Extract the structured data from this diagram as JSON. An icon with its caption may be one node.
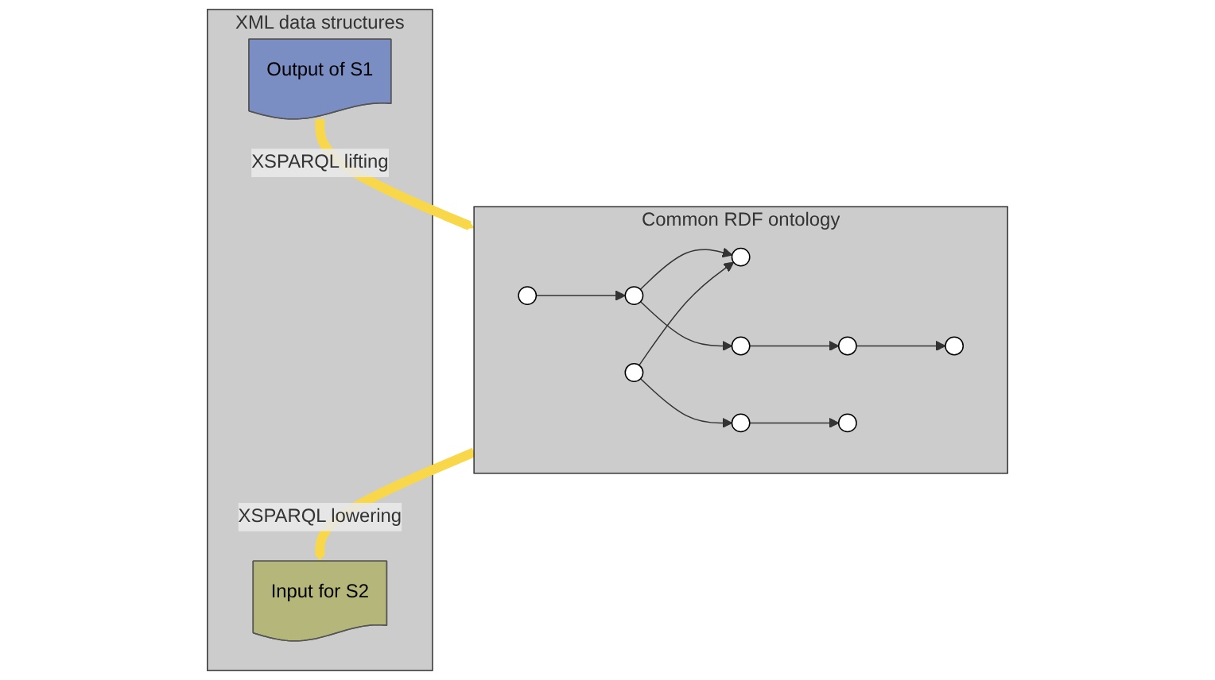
{
  "diagram": {
    "nodes": [
      {
        "text": [
          "Common RDF ontology"
        ]
      },
      {
        "text": [],
        "shape": "circle",
        "in": 0
      },
      {
        "text": [],
        "shape": "circle",
        "in": 0
      },
      {
        "text": [],
        "shape": "circle",
        "in": 0
      },
      {
        "text": [],
        "shape": "circle",
        "in": 0
      },
      {
        "text": [],
        "shape": "circle",
        "in": 0
      },
      {
        "text": [],
        "shape": "circle",
        "in": 0
      },
      {
        "text": [],
        "shape": "circle",
        "in": 0
      },
      {
        "text": [],
        "shape": "circle",
        "in": 0
      },
      {
        "text": [],
        "shape": "circle",
        "in": 0
      },
      {
        "text": [
          "XML data structures"
        ]
      },
      {
        "text": [
          "Output of S1"
        ],
        "in": 10
      },
      {
        "text": [
          "Input for S2"
        ],
        "in": 10
      }
    ],
    "edges": [
      {
        "from": 2,
        "to": 5,
        "arrow": "to"
      },
      {
        "from": 5,
        "to": 6,
        "arrow": "to"
      },
      {
        "from": 5,
        "to": 9,
        "arrow": "to"
      },
      {
        "from": 9,
        "to": 7,
        "arrow": "to"
      },
      {
        "from": 7,
        "to": 1,
        "arrow": "to"
      },
      {
        "from": 3,
        "to": 6,
        "arrow": "to"
      },
      {
        "from": 3,
        "to": 8,
        "arrow": "to"
      },
      {
        "from": 8,
        "to": 4,
        "arrow": "to"
      },
      {
        "from": 11,
        "to": 0,
        "arrow": "to",
        "label": "XSPARQL lifting",
        "style": "thick",
        "color": "#f8d84a"
      },
      {
        "from": 0,
        "to": 12,
        "arrow": "to",
        "label": "XSPARQL lowering",
        "style": "thick",
        "color": "#f8d84a"
      }
    ]
  }
}
